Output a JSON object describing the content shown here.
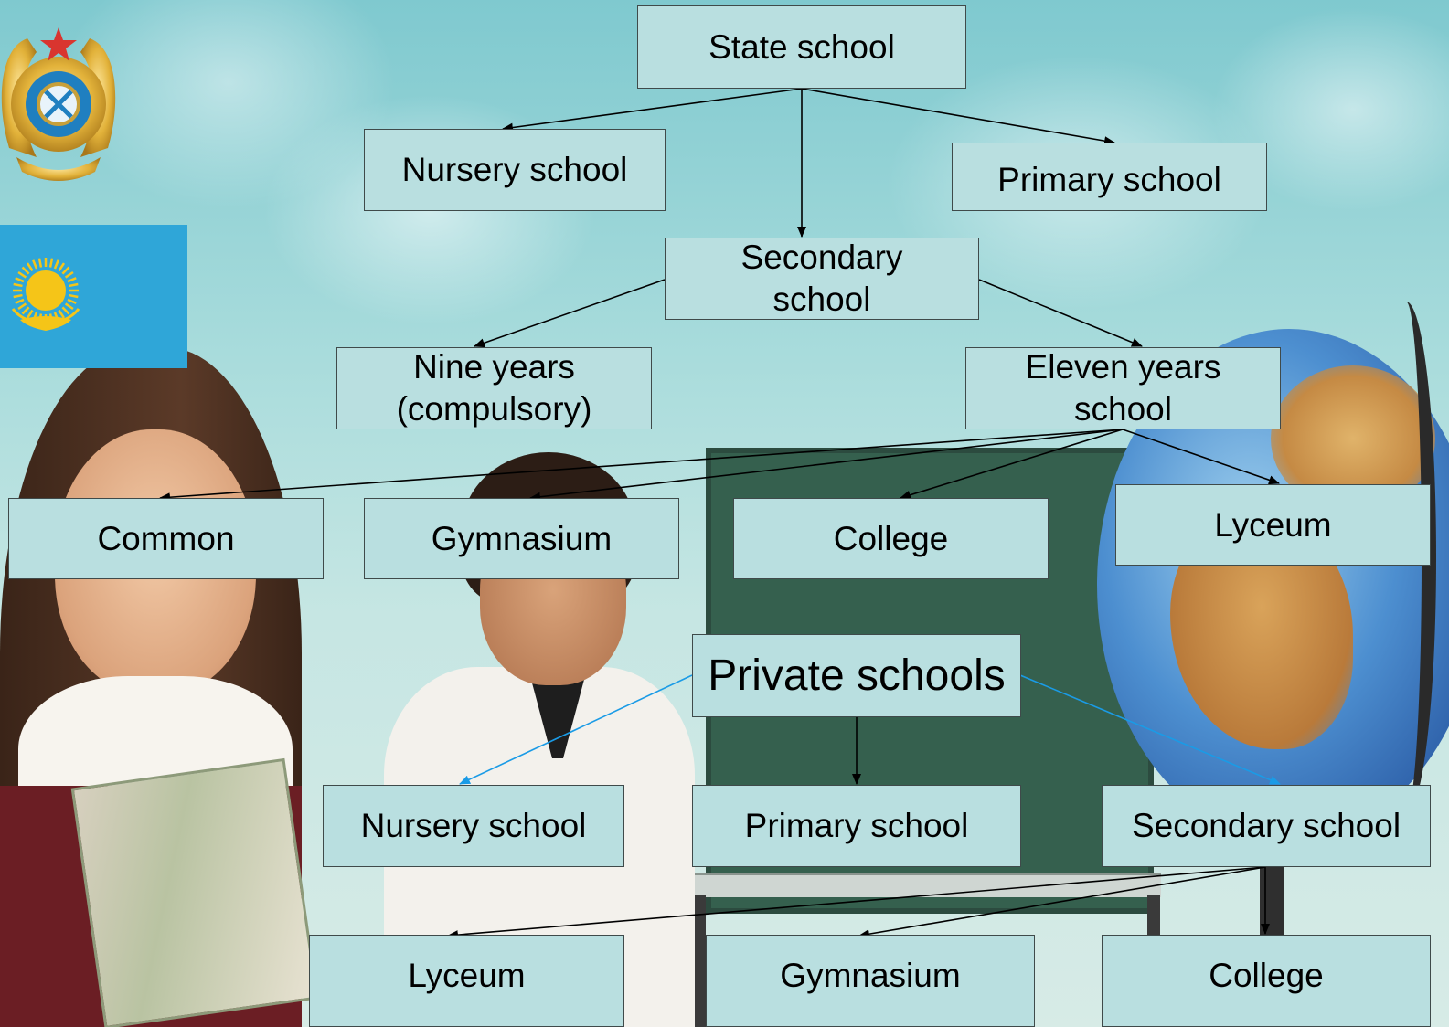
{
  "state": {
    "root": "State school",
    "nursery": "Nursery school",
    "primary": "Primary school",
    "secondary": "Secondary school",
    "nine_years": "Nine years (compulsory)",
    "eleven_years": "Eleven years school",
    "common": "Common",
    "gymnasium": "Gymnasium",
    "college": "College",
    "lyceum": "Lyceum"
  },
  "private": {
    "root": "Private schools",
    "nursery": "Nursery school",
    "primary": "Primary school",
    "secondary": "Secondary school",
    "lyceum": "Lyceum",
    "gymnasium": "Gymnasium",
    "college": "College"
  },
  "colors": {
    "box_fill": "#b9dfe0",
    "box_border": "#3f4a4a",
    "arrow_black": "#000000",
    "arrow_blue": "#1a9be6",
    "flag_blue": "#2fa6d8",
    "sun_yellow": "#f5c518"
  },
  "icons": [
    "kazakhstan-emblem-icon",
    "kazakhstan-flag-icon"
  ]
}
